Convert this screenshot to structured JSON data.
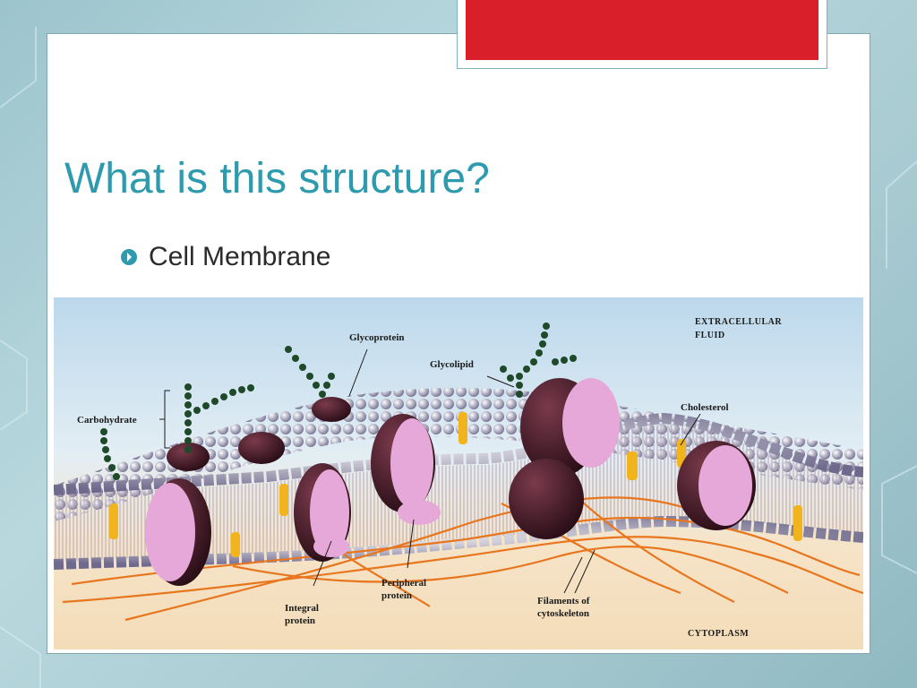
{
  "slide": {
    "title": "What is this structure?",
    "bullets": [
      {
        "text": "Cell Membrane",
        "icon": "circle-arrow-bullet-icon"
      }
    ]
  },
  "figure": {
    "labels": {
      "extracellular_1": "Extracellular",
      "extracellular_2": "fluid",
      "glycoprotein": "Glycoprotein",
      "glycolipid": "Glycolipid",
      "carbohydrate": "Carbohydrate",
      "cholesterol": "Cholesterol",
      "integral_1": "Integral",
      "integral_2": "protein",
      "peripheral_1": "Peripheral",
      "peripheral_2": "protein",
      "filaments_1": "Filaments of",
      "filaments_2": "cytoskeleton",
      "cytoplasm": "Cytoplasm"
    }
  },
  "colors": {
    "title": "#2e9aad",
    "accent": "#d81f2a",
    "protein_light": "#e6a8d8",
    "protein_dark": "#3a1420",
    "filament": "#e8761e",
    "cholesterol": "#f2b41c",
    "carb_chain": "#1f4a2a"
  }
}
